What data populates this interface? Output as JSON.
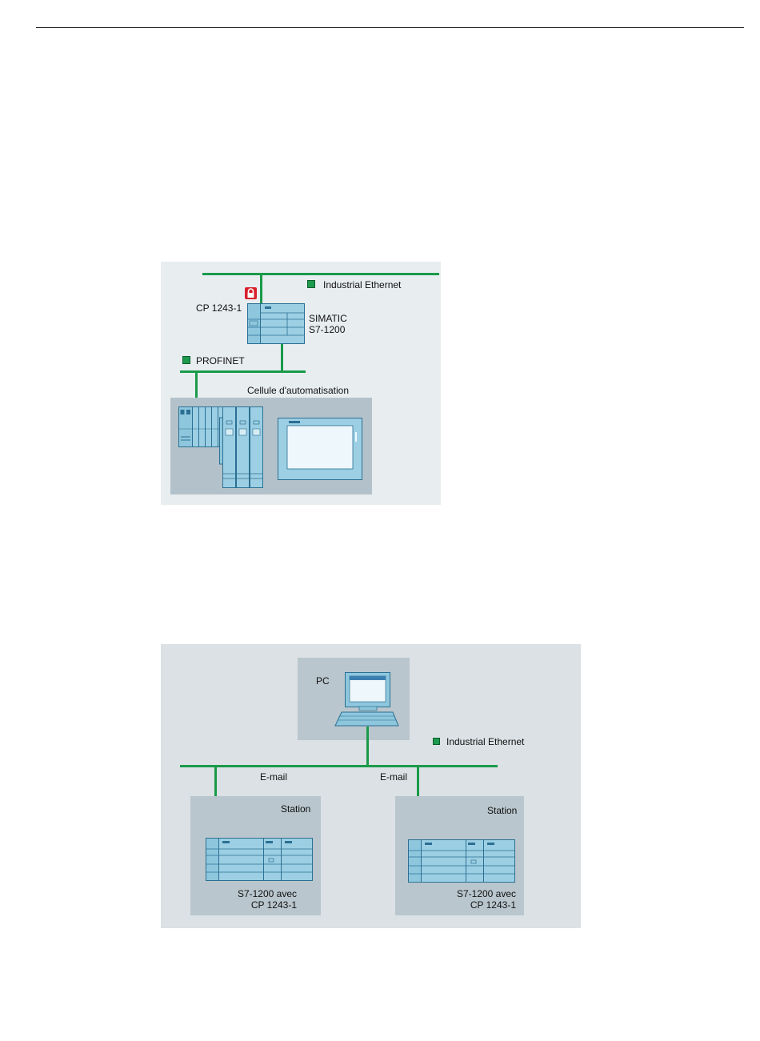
{
  "figure1": {
    "legend_industrial_ethernet": "Industrial Ethernet",
    "cp_label": "CP 1243-1",
    "simatic_line1": "SIMATIC",
    "simatic_line2": "S7-1200",
    "legend_profinet": "PROFINET",
    "cell_label": "Cellule d'automatisation"
  },
  "figure2": {
    "pc_label": "PC",
    "legend_industrial_ethernet": "Industrial Ethernet",
    "email_left": "E-mail",
    "email_right": "E-mail",
    "station_left": {
      "title": "Station",
      "device_line1": "S7-1200 avec",
      "device_line2": "CP 1243-1"
    },
    "station_right": {
      "title": "Station",
      "device_line1": "S7-1200 avec",
      "device_line2": "CP 1243-1"
    }
  },
  "colors": {
    "network_green": "#1a9a4a",
    "device_blue": "#8ec7dd",
    "device_stroke": "#2b6f93",
    "lock_red": "#d8202b"
  }
}
